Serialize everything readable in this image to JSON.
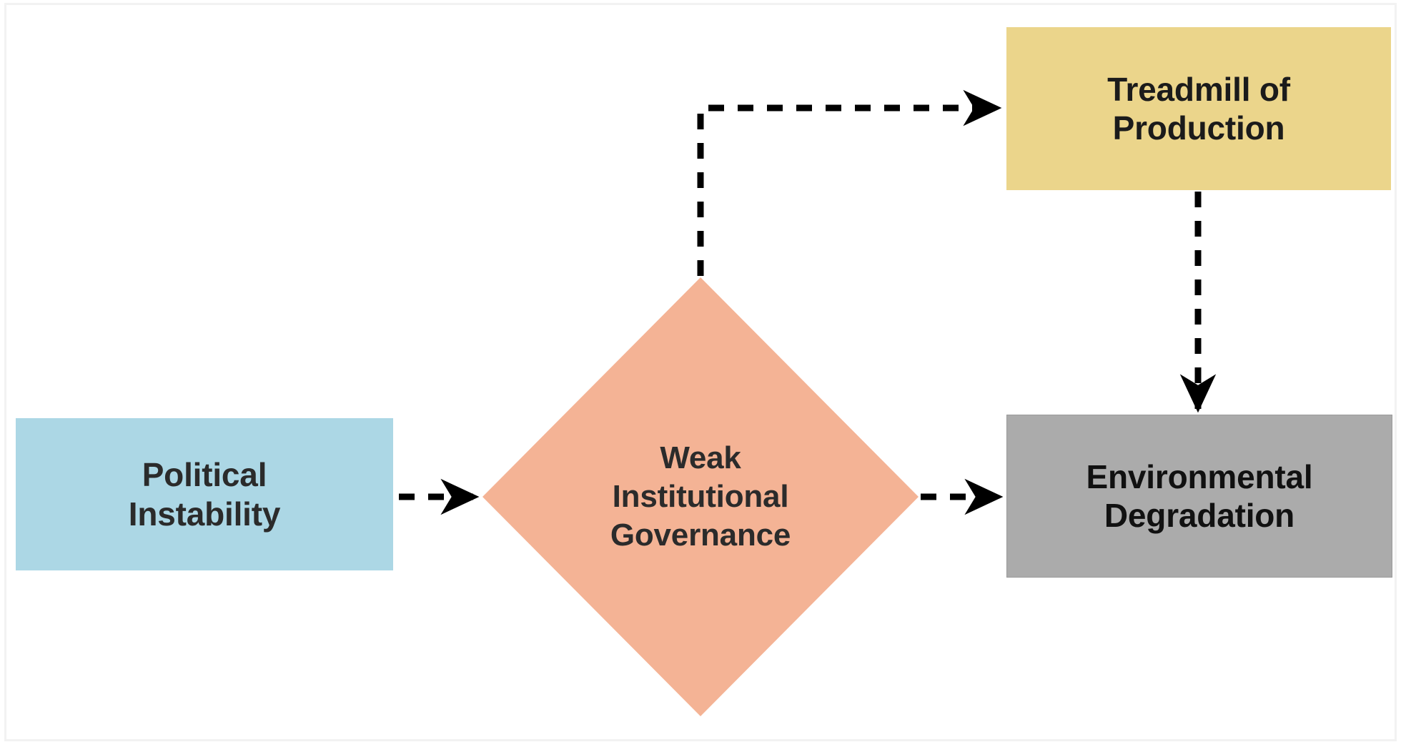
{
  "diagram": {
    "title": "Political Instability to Environmental Degradation pathway",
    "background": "#ffffff",
    "nodes": [
      {
        "id": "political-instability",
        "label": "Political Instability",
        "line1": "Political",
        "line2": "Instability",
        "shape": "rectangle",
        "color": "#ACD7E5"
      },
      {
        "id": "weak-institutional-governance",
        "label": "Weak Institutional Governance",
        "line1": "Weak",
        "line2": "Institutional",
        "line3": "Governance",
        "shape": "diamond",
        "color": "#F4B395"
      },
      {
        "id": "treadmill-of-production",
        "label": "Treadmill of Production",
        "line1": "Treadmill of",
        "line2": "Production",
        "shape": "rectangle",
        "color": "#EBD58B"
      },
      {
        "id": "environmental-degradation",
        "label": "Environmental Degradation",
        "line1": "Environmental",
        "line2": "Degradation",
        "shape": "rectangle",
        "color": "#ABABAB"
      }
    ],
    "edges": [
      {
        "id": "political-to-governance",
        "from": "political-instability",
        "to": "weak-institutional-governance",
        "style": "dashed",
        "arrow": "single",
        "label": "",
        "color": "#000000"
      },
      {
        "id": "governance-to-treadmill",
        "from": "weak-institutional-governance",
        "to": "treadmill-of-production",
        "style": "dashed",
        "arrow": "single",
        "label": "",
        "color": "#000000"
      },
      {
        "id": "governance-to-environmental",
        "from": "weak-institutional-governance",
        "to": "environmental-degradation",
        "style": "dashed",
        "arrow": "single",
        "label": "",
        "color": "#000000"
      },
      {
        "id": "treadmill-to-environmental",
        "from": "treadmill-of-production",
        "to": "environmental-degradation",
        "style": "dashed",
        "arrow": "single",
        "label": "",
        "color": "#000000"
      }
    ]
  }
}
